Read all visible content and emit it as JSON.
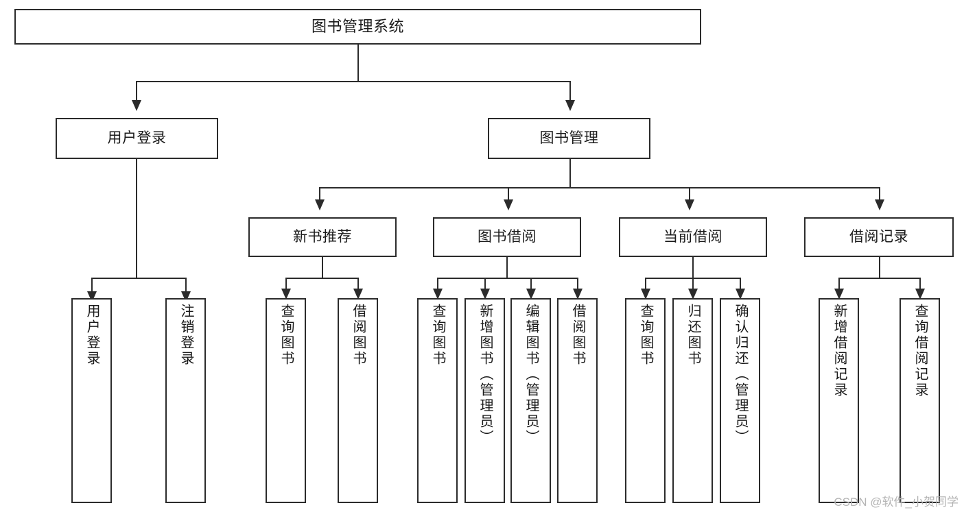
{
  "diagram": {
    "title": "图书管理系统",
    "type": "tree-hierarchy-diagram",
    "watermark": "CSDN @软件_小贺同学",
    "colors": {
      "box_border": "#2b2b2b",
      "box_fill": "#ffffff",
      "connector": "#2b2b2b",
      "text": "#1a1a1a",
      "watermark": "#b4b4b4",
      "background": "#ffffff"
    }
  },
  "nodes": {
    "root": {
      "label": "图书管理系统"
    },
    "level2": [
      {
        "label": "用户登录"
      },
      {
        "label": "图书管理"
      }
    ],
    "level3": [
      {
        "label": "新书推荐"
      },
      {
        "label": "图书借阅"
      },
      {
        "label": "当前借阅"
      },
      {
        "label": "借阅记录"
      }
    ],
    "leaves": {
      "user_login": [
        {
          "label": "用户登录"
        },
        {
          "label": "注销登录"
        }
      ],
      "new_book_recommend": [
        {
          "label": "查询图书"
        },
        {
          "label": "借阅图书"
        }
      ],
      "book_borrow": [
        {
          "label": "查询图书"
        },
        {
          "label": "新增图书（管理员）"
        },
        {
          "label": "编辑图书（管理员）"
        },
        {
          "label": "借阅图书"
        }
      ],
      "current_borrow": [
        {
          "label": "查询图书"
        },
        {
          "label": "归还图书"
        },
        {
          "label": "确认归还（管理员）"
        }
      ],
      "borrow_record": [
        {
          "label": "新增借阅记录"
        },
        {
          "label": "查询借阅记录"
        }
      ]
    }
  }
}
